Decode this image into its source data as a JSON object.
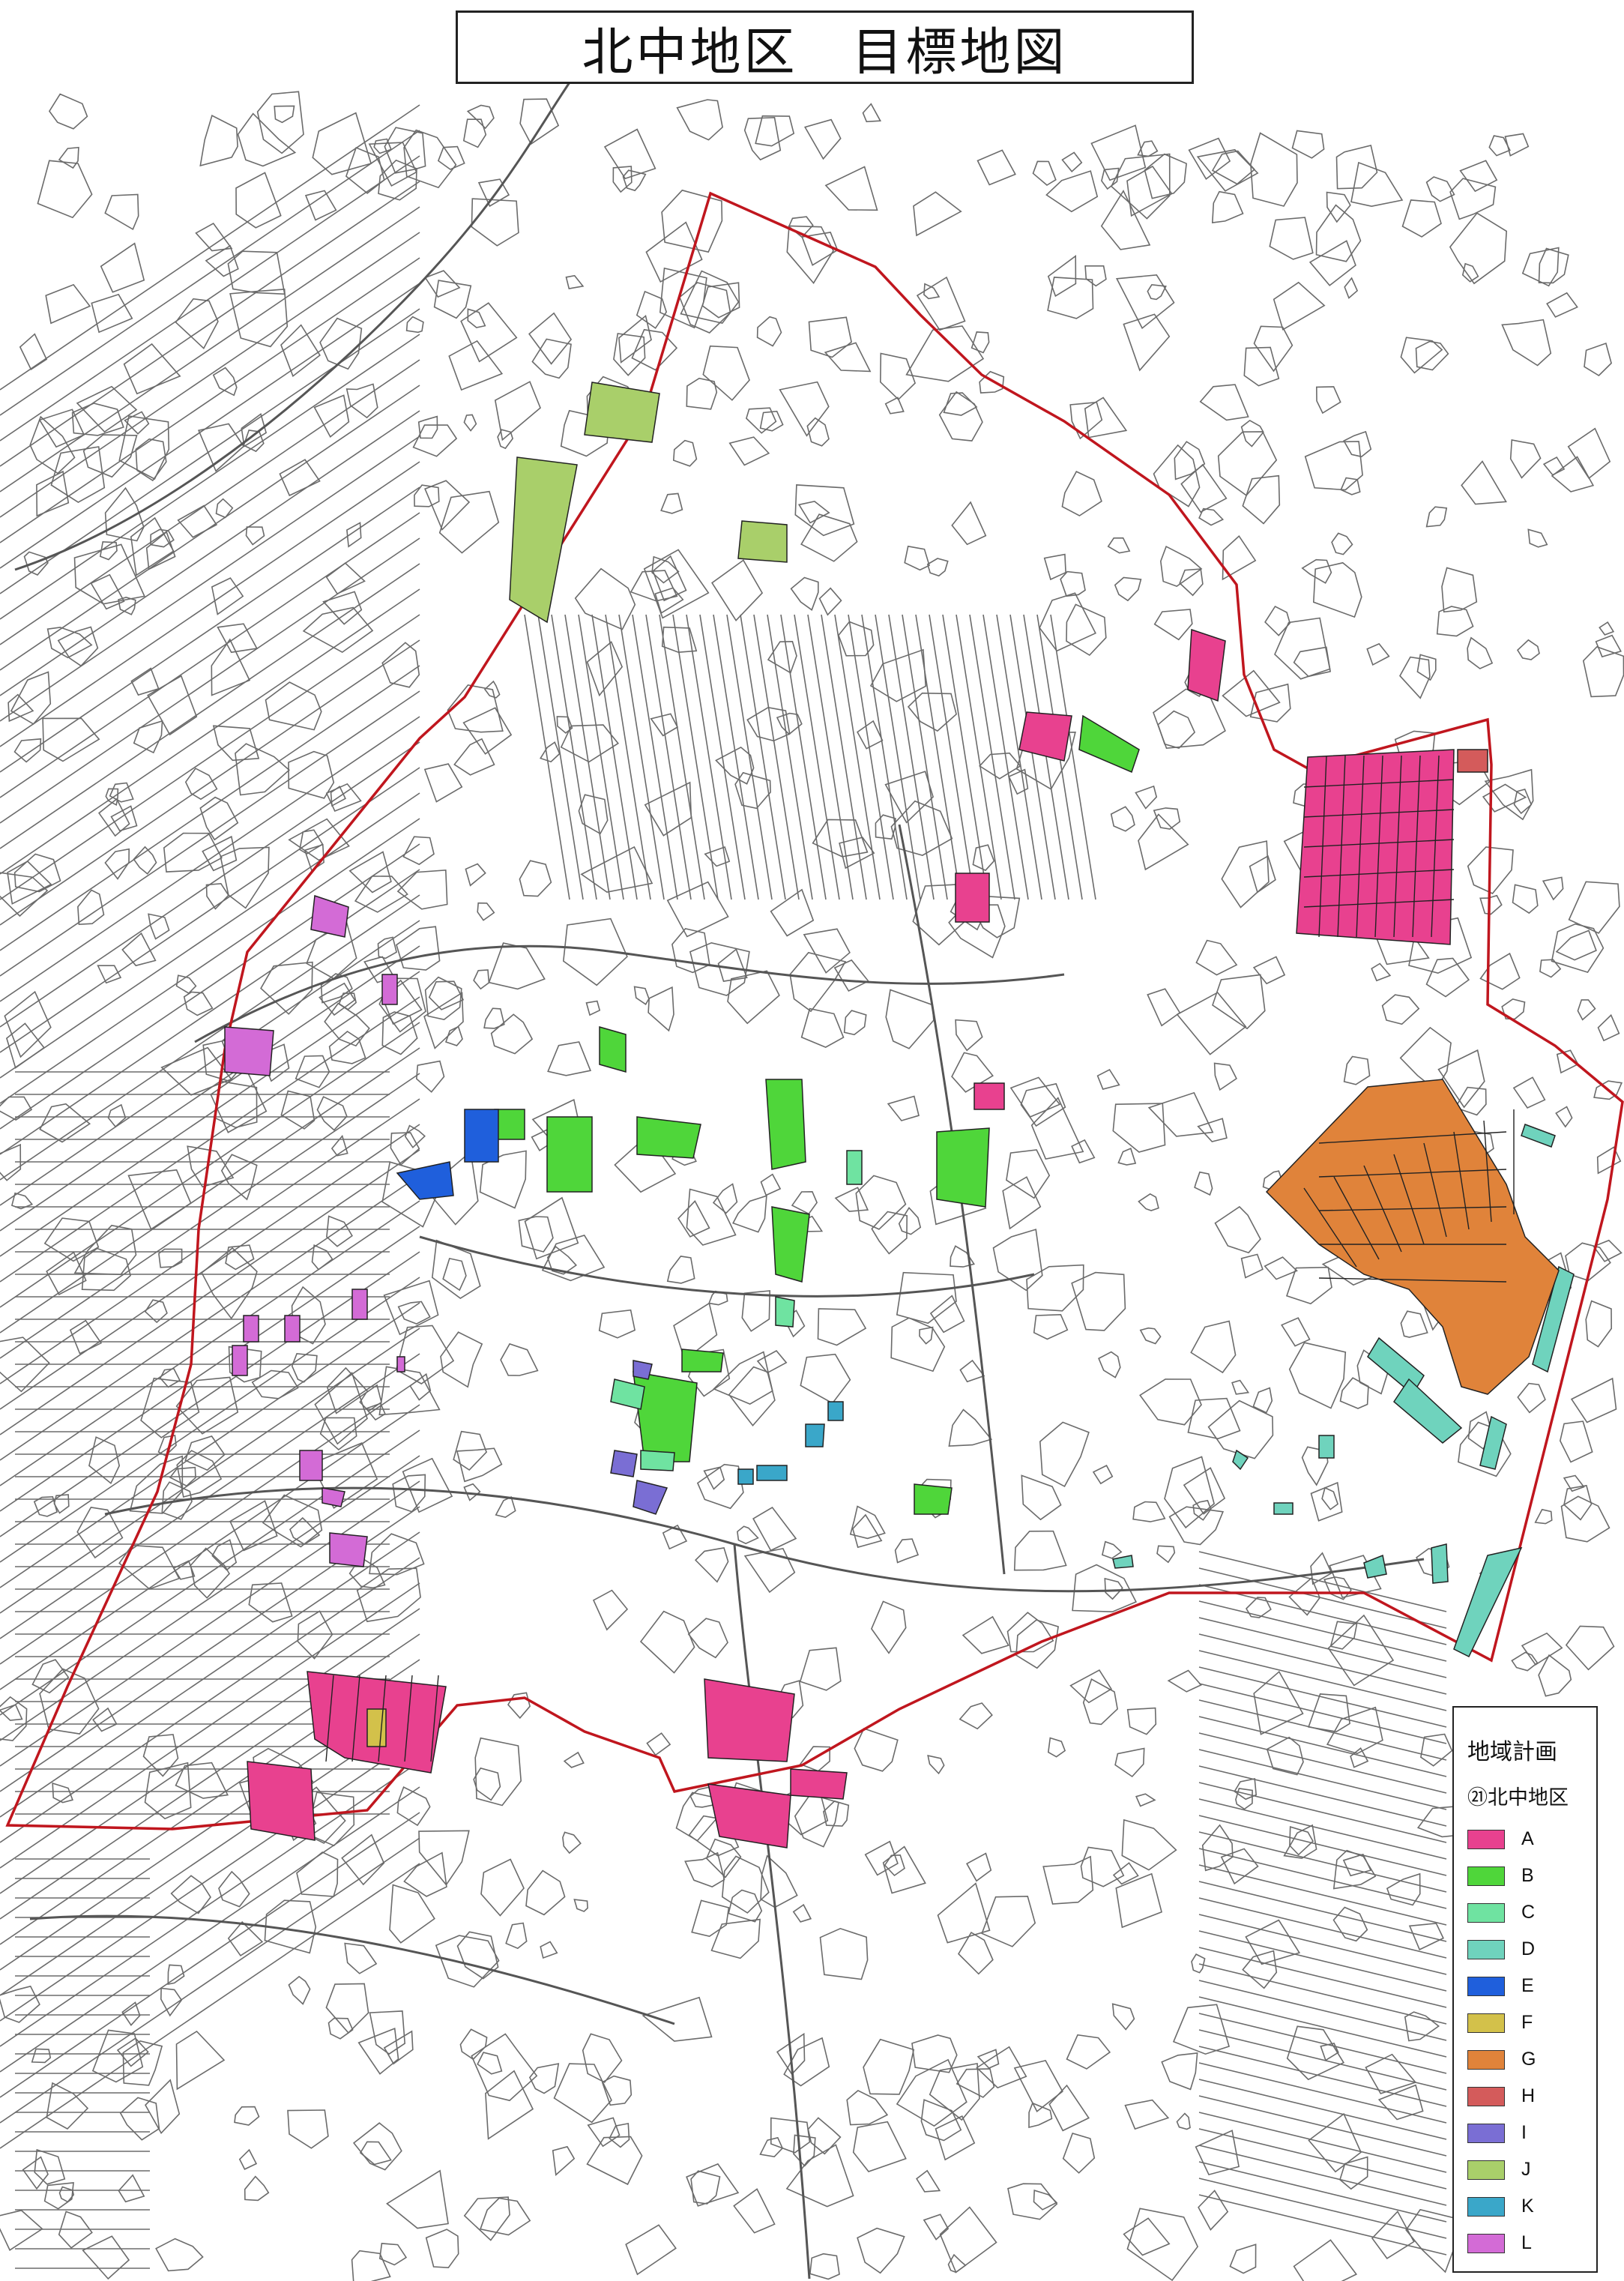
{
  "title": "北中地区　目標地図",
  "legend": {
    "title": "地域計画",
    "subtitle": "㉑北中地区",
    "items": [
      {
        "label": "A",
        "color": "#e8418f"
      },
      {
        "label": "B",
        "color": "#4fd63a"
      },
      {
        "label": "C",
        "color": "#6fe3a1"
      },
      {
        "label": "D",
        "color": "#6fd3bd"
      },
      {
        "label": "E",
        "color": "#1f5fdc"
      },
      {
        "label": "F",
        "color": "#d3c14a"
      },
      {
        "label": "G",
        "color": "#e0833a"
      },
      {
        "label": "H",
        "color": "#d45b5b"
      },
      {
        "label": "I",
        "color": "#7a6ed4"
      },
      {
        "label": "J",
        "color": "#a9cf6a"
      },
      {
        "label": "K",
        "color": "#3aa7c9"
      },
      {
        "label": "L",
        "color": "#d36bd6"
      }
    ]
  },
  "colors": {
    "boundary": "#c0161e",
    "parcel_line": "#6b6b6b",
    "road": "#555555"
  }
}
